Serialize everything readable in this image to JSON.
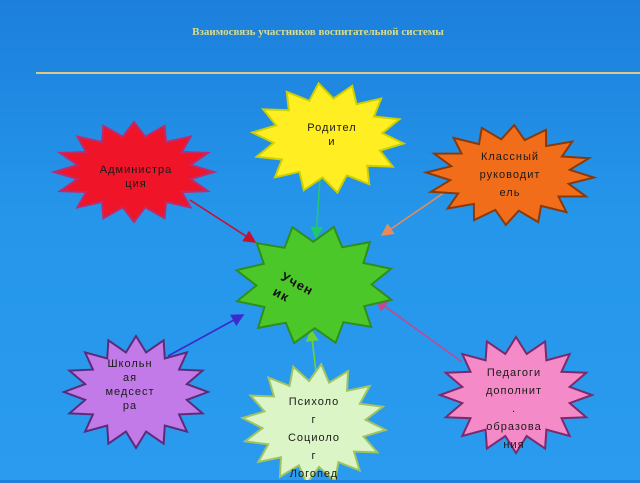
{
  "title": "Взаимосвязь участников воспитательной системы",
  "nodes": {
    "student": {
      "lines": [
        "Учен",
        "ик"
      ],
      "color": "#4cc72a"
    },
    "parents": {
      "lines": [
        "Родител",
        "и"
      ],
      "color": "#ffee22"
    },
    "administration": {
      "lines": [
        "Администра",
        "ция"
      ],
      "color": "#ef1428"
    },
    "class_teacher": {
      "lines": [
        "Классный",
        "руководит",
        "ель"
      ],
      "color": "#f26d1a"
    },
    "nurse": {
      "lines": [
        "Школьн",
        "ая",
        "медсест",
        "ра"
      ],
      "color": "#c17ae8"
    },
    "psychologist": {
      "lines": [
        "Психоло",
        "г",
        "Социоло",
        "г",
        "Логопед"
      ],
      "color": "#dcf5c6"
    },
    "extra_teachers": {
      "lines": [
        "Педагоги",
        "дополнит",
        ".",
        "образова",
        "ния"
      ],
      "color": "#f48ac7"
    }
  },
  "arrow_colors": {
    "administration": "#c8102e",
    "parents": "#22c76c",
    "class_teacher": "#e88a5a",
    "nurse": "#3a2ad0",
    "psychologist": "#6ad23a",
    "extra_teachers": "#c04a90"
  }
}
